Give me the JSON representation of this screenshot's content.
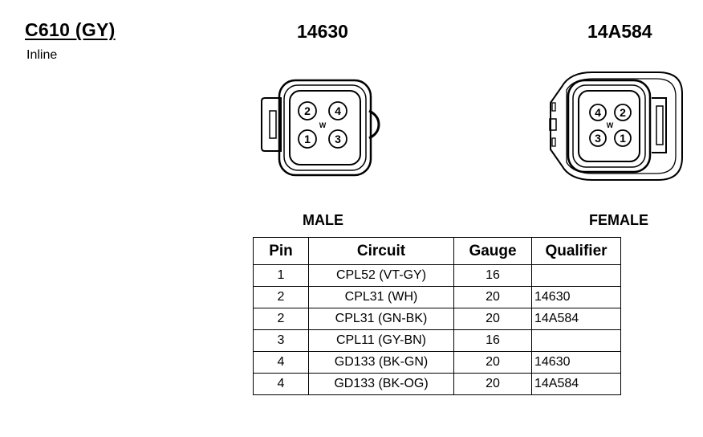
{
  "header": {
    "connector_id": "C610 (GY)",
    "location": "Inline",
    "male_part_number": "14630",
    "female_part_number": "14A584",
    "male_label": "MALE",
    "female_label": "FEMALE"
  },
  "male_face": {
    "pins": [
      "2",
      "4",
      "1",
      "3"
    ],
    "key": "W"
  },
  "female_face": {
    "pins": [
      "4",
      "2",
      "3",
      "1"
    ],
    "key": "W"
  },
  "table": {
    "headers": [
      "Pin",
      "Circuit",
      "Gauge",
      "Qualifier"
    ],
    "rows": [
      {
        "pin": "1",
        "circuit": "CPL52 (VT-GY)",
        "gauge": "16",
        "qualifier": ""
      },
      {
        "pin": "2",
        "circuit": "CPL31 (WH)",
        "gauge": "20",
        "qualifier": "14630"
      },
      {
        "pin": "2",
        "circuit": "CPL31 (GN-BK)",
        "gauge": "20",
        "qualifier": "14A584"
      },
      {
        "pin": "3",
        "circuit": "CPL11 (GY-BN)",
        "gauge": "16",
        "qualifier": ""
      },
      {
        "pin": "4",
        "circuit": "GD133 (BK-GN)",
        "gauge": "20",
        "qualifier": "14630"
      },
      {
        "pin": "4",
        "circuit": "GD133 (BK-OG)",
        "gauge": "20",
        "qualifier": "14A584"
      }
    ]
  }
}
